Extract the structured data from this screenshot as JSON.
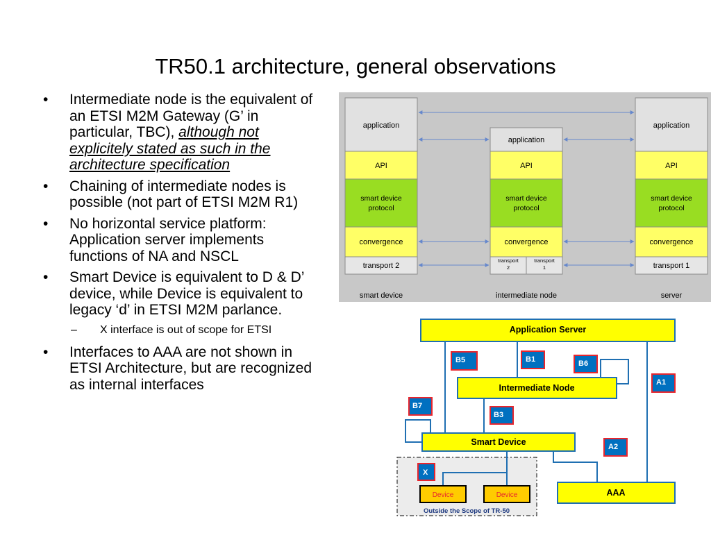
{
  "title": "TR50.1 architecture, general observations",
  "bullets": [
    {
      "marker": "•",
      "text": "Intermediate node is the equivalent of an ETSI M2M Gateway (G’ in particular, TBC), ",
      "emphasis": "although not explicitely stated as such in the architecture specification"
    },
    {
      "marker": "•",
      "text": "Chaining of intermediate nodes is possible (not part of ETSI M2M R1)"
    },
    {
      "marker": "•",
      "text": "No horizontal service platform: Application server implements functions of NA and NSCL"
    },
    {
      "marker": "•",
      "text": "Smart Device is equivalent to D & D’ device, while Device is equivalent to legacy ‘d’ in ETSI M2M parlance.",
      "sub": {
        "marker": "–",
        "text": "X interface is out of scope for ETSI"
      }
    },
    {
      "marker": "•",
      "text": "Interfaces to AAA are not shown in ETSI Architecture, but are recognized as internal interfaces"
    }
  ],
  "stack_diagram": {
    "colors": {
      "panel": "#c8c8c8",
      "application": "#e1e1e1",
      "api": "#ffff66",
      "protocol": "#99dd22",
      "convergence": "#ffff66",
      "transport": "#e6e6e6",
      "arrow": "#6688cc"
    },
    "columns": {
      "smart_device": {
        "label": "smart device",
        "layers": [
          "application",
          "API",
          "smart device protocol",
          "convergence",
          "transport 2"
        ]
      },
      "intermediate_node": {
        "label": "intermediate node",
        "layers": [
          "application",
          "API",
          "smart device protocol",
          "convergence"
        ],
        "transport_left": "transport 2",
        "transport_right": "transport 1"
      },
      "server": {
        "label": "server",
        "layers": [
          "application",
          "API",
          "smart device protocol",
          "convergence",
          "transport 1"
        ]
      }
    }
  },
  "interface_diagram": {
    "colors": {
      "box": "#ffff00",
      "device": "#ffcc00",
      "line": "#1f6fb2",
      "tag_fill": "#0070c0",
      "tag_border": "#e8252d",
      "scope_bg": "#ececec"
    },
    "nodes": {
      "app_server": "Application  Server",
      "intermediate": "Intermediate  Node",
      "smart_device": "Smart Device",
      "aaa": "AAA",
      "device_1": "Device",
      "device_2": "Device"
    },
    "tags": {
      "b5": "B5",
      "b1": "B1",
      "b6": "B6",
      "a1": "A1",
      "b7": "B7",
      "b3": "B3",
      "a2": "A2",
      "x": "X"
    },
    "scope_caption": "Outside  the  Scope  of  TR-50"
  }
}
